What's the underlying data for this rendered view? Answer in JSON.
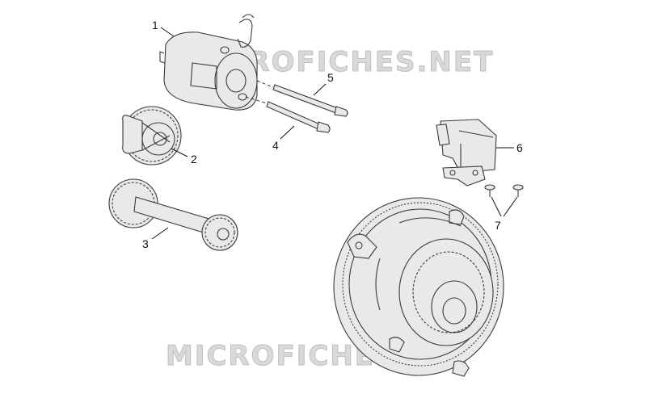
{
  "watermark": {
    "top": "MICROFICHES.NET",
    "bottom": "MICROFICHES.NET"
  },
  "callouts": {
    "c1": "1",
    "c2": "2",
    "c3": "3",
    "c4": "4",
    "c5": "5",
    "c6": "6",
    "c7": "7"
  }
}
